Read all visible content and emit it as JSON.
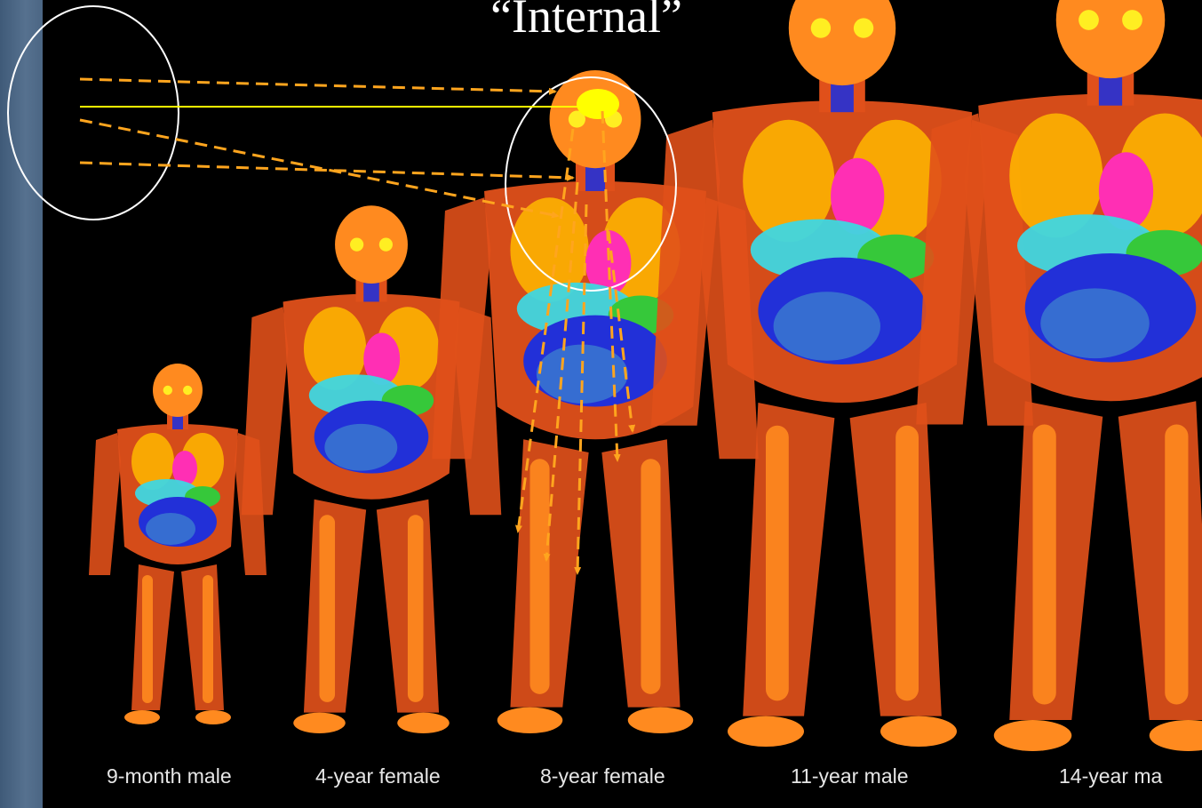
{
  "title": "“Internal”",
  "phantoms": [
    {
      "label": "9-month male"
    },
    {
      "label": "4-year female"
    },
    {
      "label": "8-year female"
    },
    {
      "label": "11-year male"
    },
    {
      "label": "14-year ma"
    }
  ],
  "colors": {
    "background": "#000000",
    "side_bar": "#56718f",
    "body_shell": "#e0501a",
    "skeleton": "#ff8a1f",
    "lungs": "#ffb800",
    "heart": "#ff2fb4",
    "liver": "#3fd6e0",
    "stomach": "#36c83a",
    "intestines": "#2230d8",
    "colon": "#3a78d0",
    "eyes": "#ffee22",
    "arrow": "#ffa51e",
    "source_spot": "#ffff00",
    "highlight_circle": "#ffffff"
  }
}
